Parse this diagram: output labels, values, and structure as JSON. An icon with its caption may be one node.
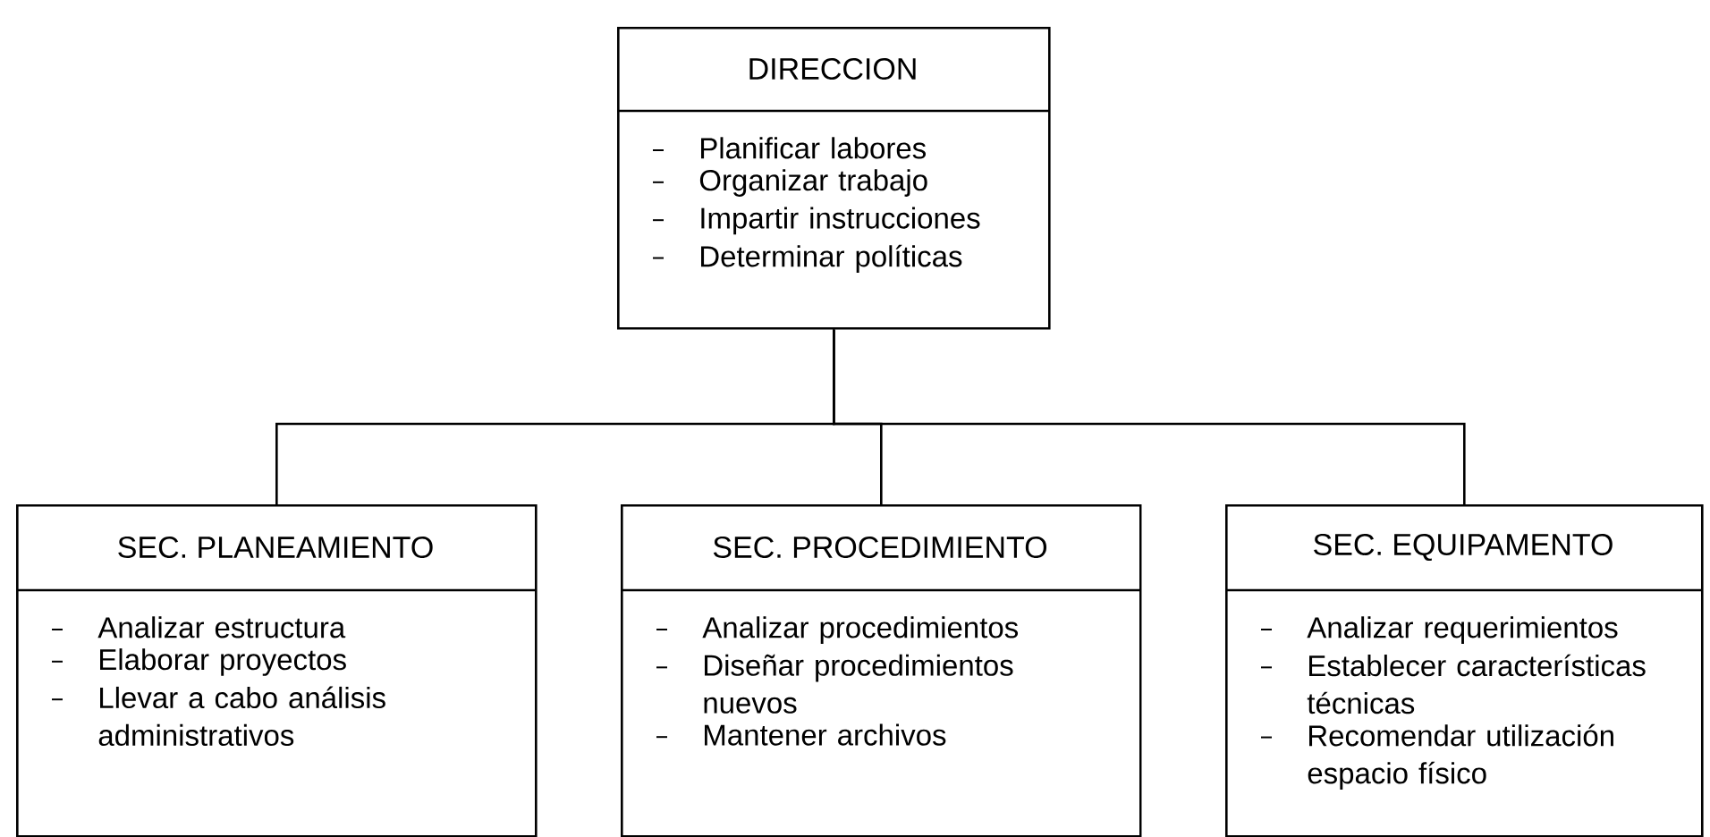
{
  "diagram": {
    "nodes": [
      {
        "text": [
          "DIRECCION",
          "Planificar labores",
          "Organizar trabajo",
          "Impartir instrucciones",
          "Determinar políticas"
        ]
      },
      {
        "text": [
          "SEC. PLANEAMIENTO",
          "Analizar estructura",
          "Elaborar proyectos",
          "Llevar a cabo análisis administrativos"
        ]
      },
      {
        "text": [
          "SEC. PROCEDIMIENTO",
          "Analizar procedimientos",
          "Diseñar procedimientos nuevos",
          "Mantener archivos"
        ]
      },
      {
        "text": [
          "SEC. EQUIPAMENTO",
          "Analizar requerimientos",
          "Establecer características técnicas",
          "Recomendar utilización espacio físico"
        ]
      }
    ],
    "edges": [
      {
        "from": 0,
        "to": 1,
        "arrow": "none"
      },
      {
        "from": 0,
        "to": 2,
        "arrow": "none"
      },
      {
        "from": 0,
        "to": 3,
        "arrow": "none"
      }
    ]
  }
}
